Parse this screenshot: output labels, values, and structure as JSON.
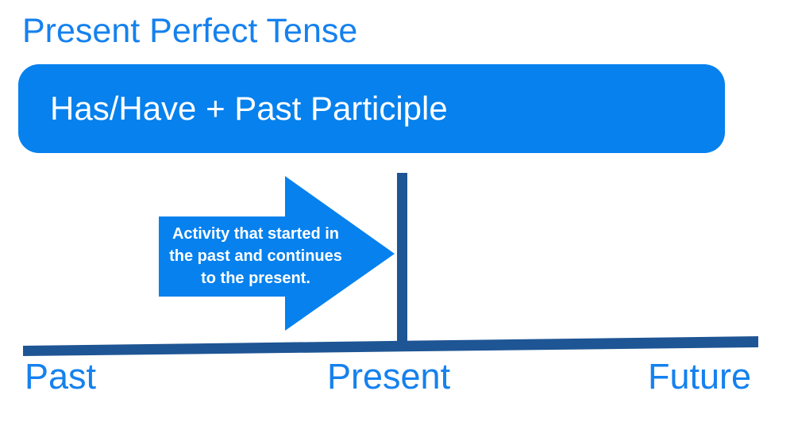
{
  "title": "Present Perfect Tense",
  "formula_box": {
    "text": "Has/Have + Past Participle"
  },
  "arrow": {
    "lines": [
      "Activity that started in",
      "the past and continues",
      "to the present."
    ]
  },
  "timeline": {
    "labels": {
      "past": "Past",
      "present": "Present",
      "future": "Future"
    }
  },
  "colors": {
    "bright_blue": "#0681ee",
    "text_blue": "#1581ee",
    "dark_blue": "#1e5594",
    "text_on_blue": "#ffffff"
  }
}
